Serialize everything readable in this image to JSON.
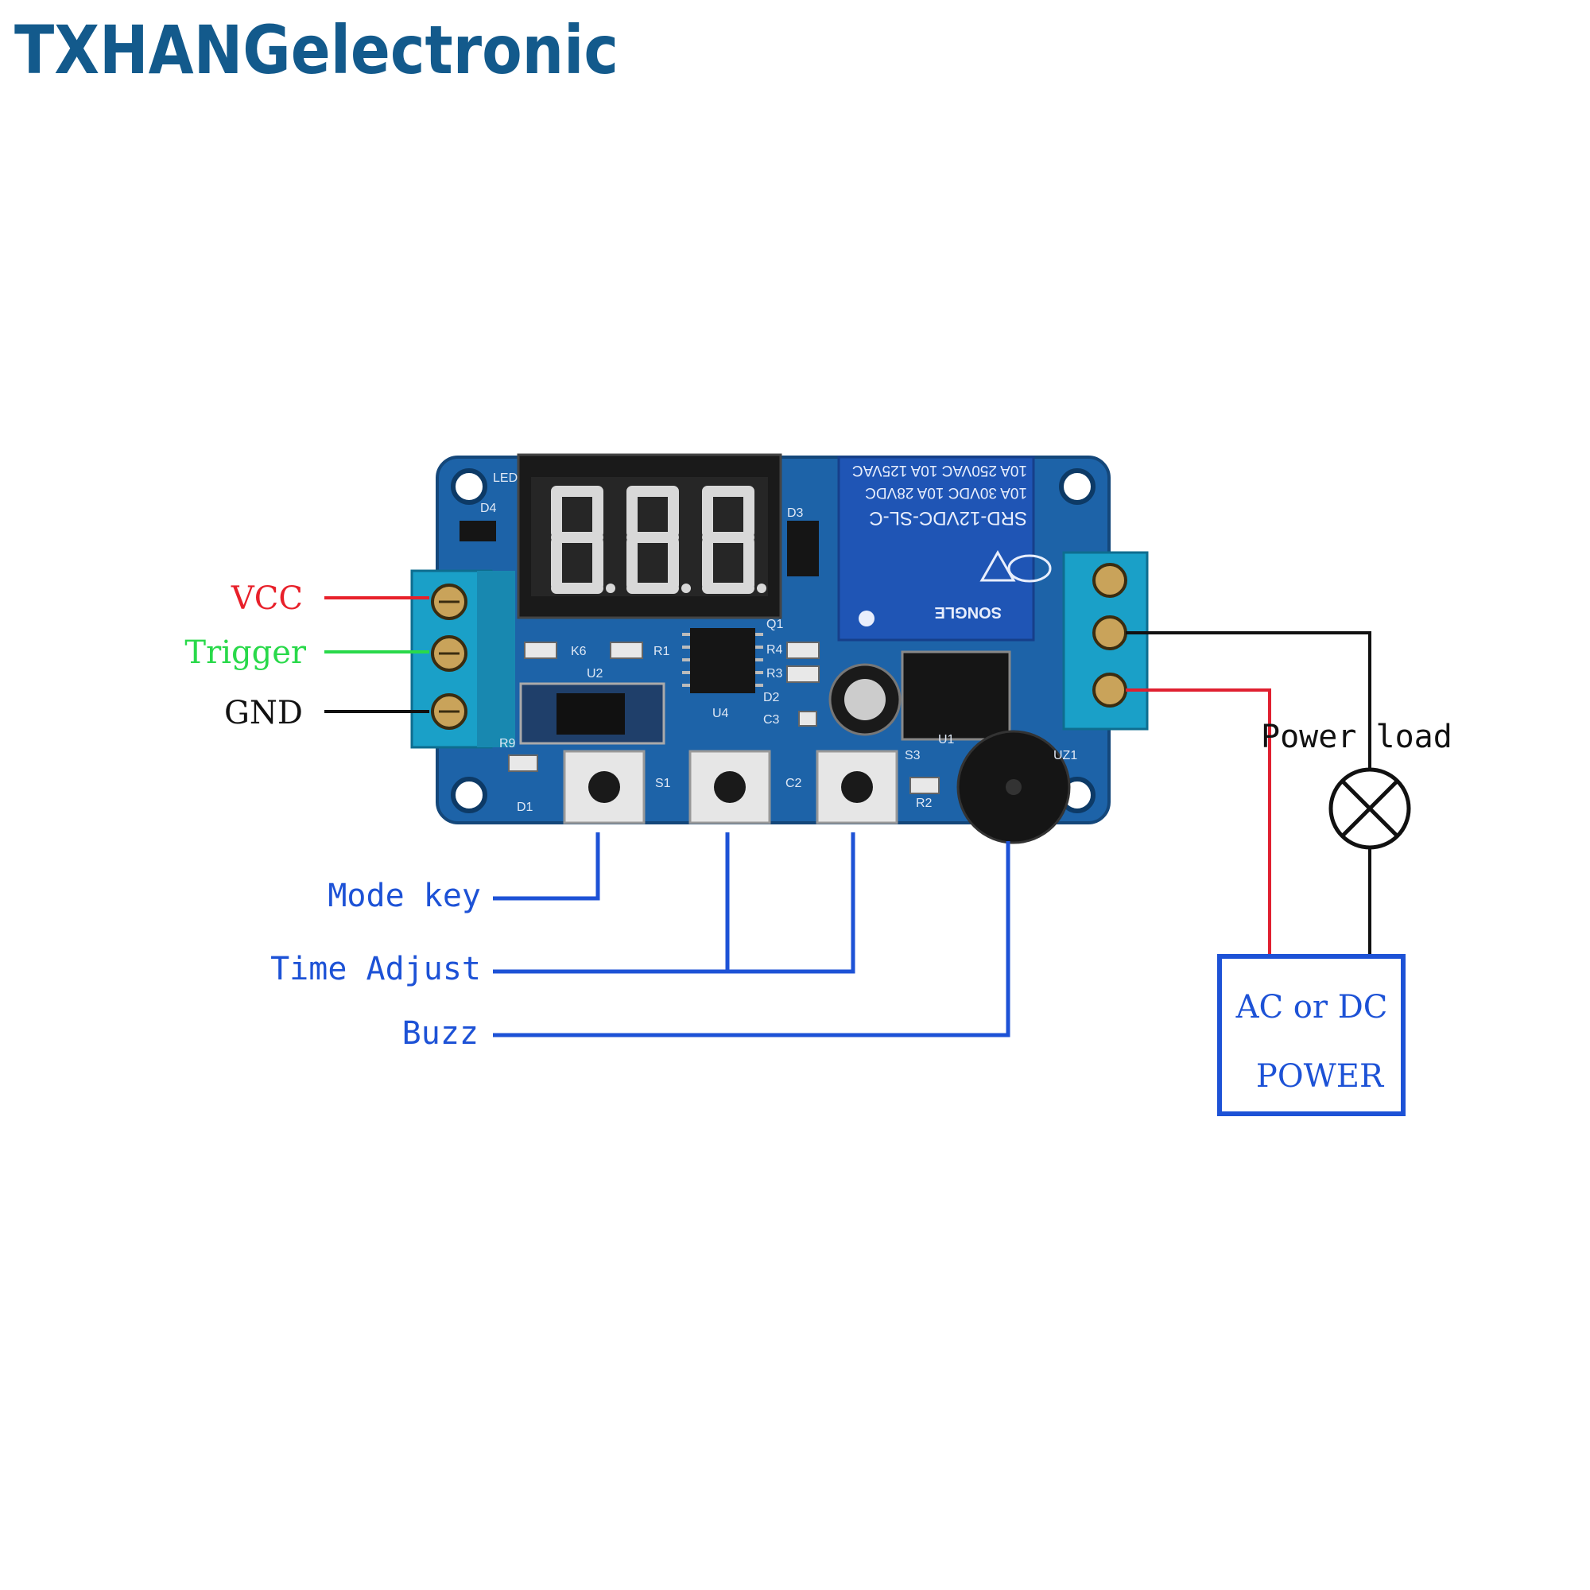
{
  "brand": {
    "text": "TXHANGelectronic",
    "color": "#135a8c"
  },
  "colors": {
    "pcb": "#1d63a8",
    "pcb_dark": "#14477a",
    "terminal": "#1aa0c8",
    "relay": "#1f55b5",
    "vcc": "#e8202a",
    "trigger": "#29d94a",
    "gnd": "#111111",
    "blue_line": "#1d52d6",
    "black_line": "#111111",
    "red_line": "#e02030"
  },
  "left_labels": {
    "vcc": "VCC",
    "trigger": "Trigger",
    "gnd": "GND"
  },
  "bottom_labels": {
    "mode_key": "Mode key",
    "time_adjust": "Time Adjust",
    "buzz": "Buzz"
  },
  "right_side": {
    "power_load": "Power load",
    "ac_dc": "AC or DC",
    "power": "POWER"
  },
  "board": {
    "relay_lines": [
      "SRD-12VDC-SL-C",
      "10A 30VDC  10A 28VDC",
      "10A 250VAC  10A 125VAC"
    ],
    "relay_brand": "SONGLE",
    "led_label": "LED",
    "silk": {
      "d4": "D4",
      "d3": "D3",
      "q1": "Q1",
      "r4": "R4",
      "r3": "R3",
      "d2": "D2",
      "c3": "C3",
      "k6": "K6",
      "r1": "R1",
      "u2": "U2",
      "u4": "U4",
      "u1": "U1",
      "r9": "R9",
      "d1": "D1",
      "s1": "S1",
      "c2": "C2",
      "s3": "S3",
      "r2": "R2",
      "uz1": "UZ1"
    }
  }
}
